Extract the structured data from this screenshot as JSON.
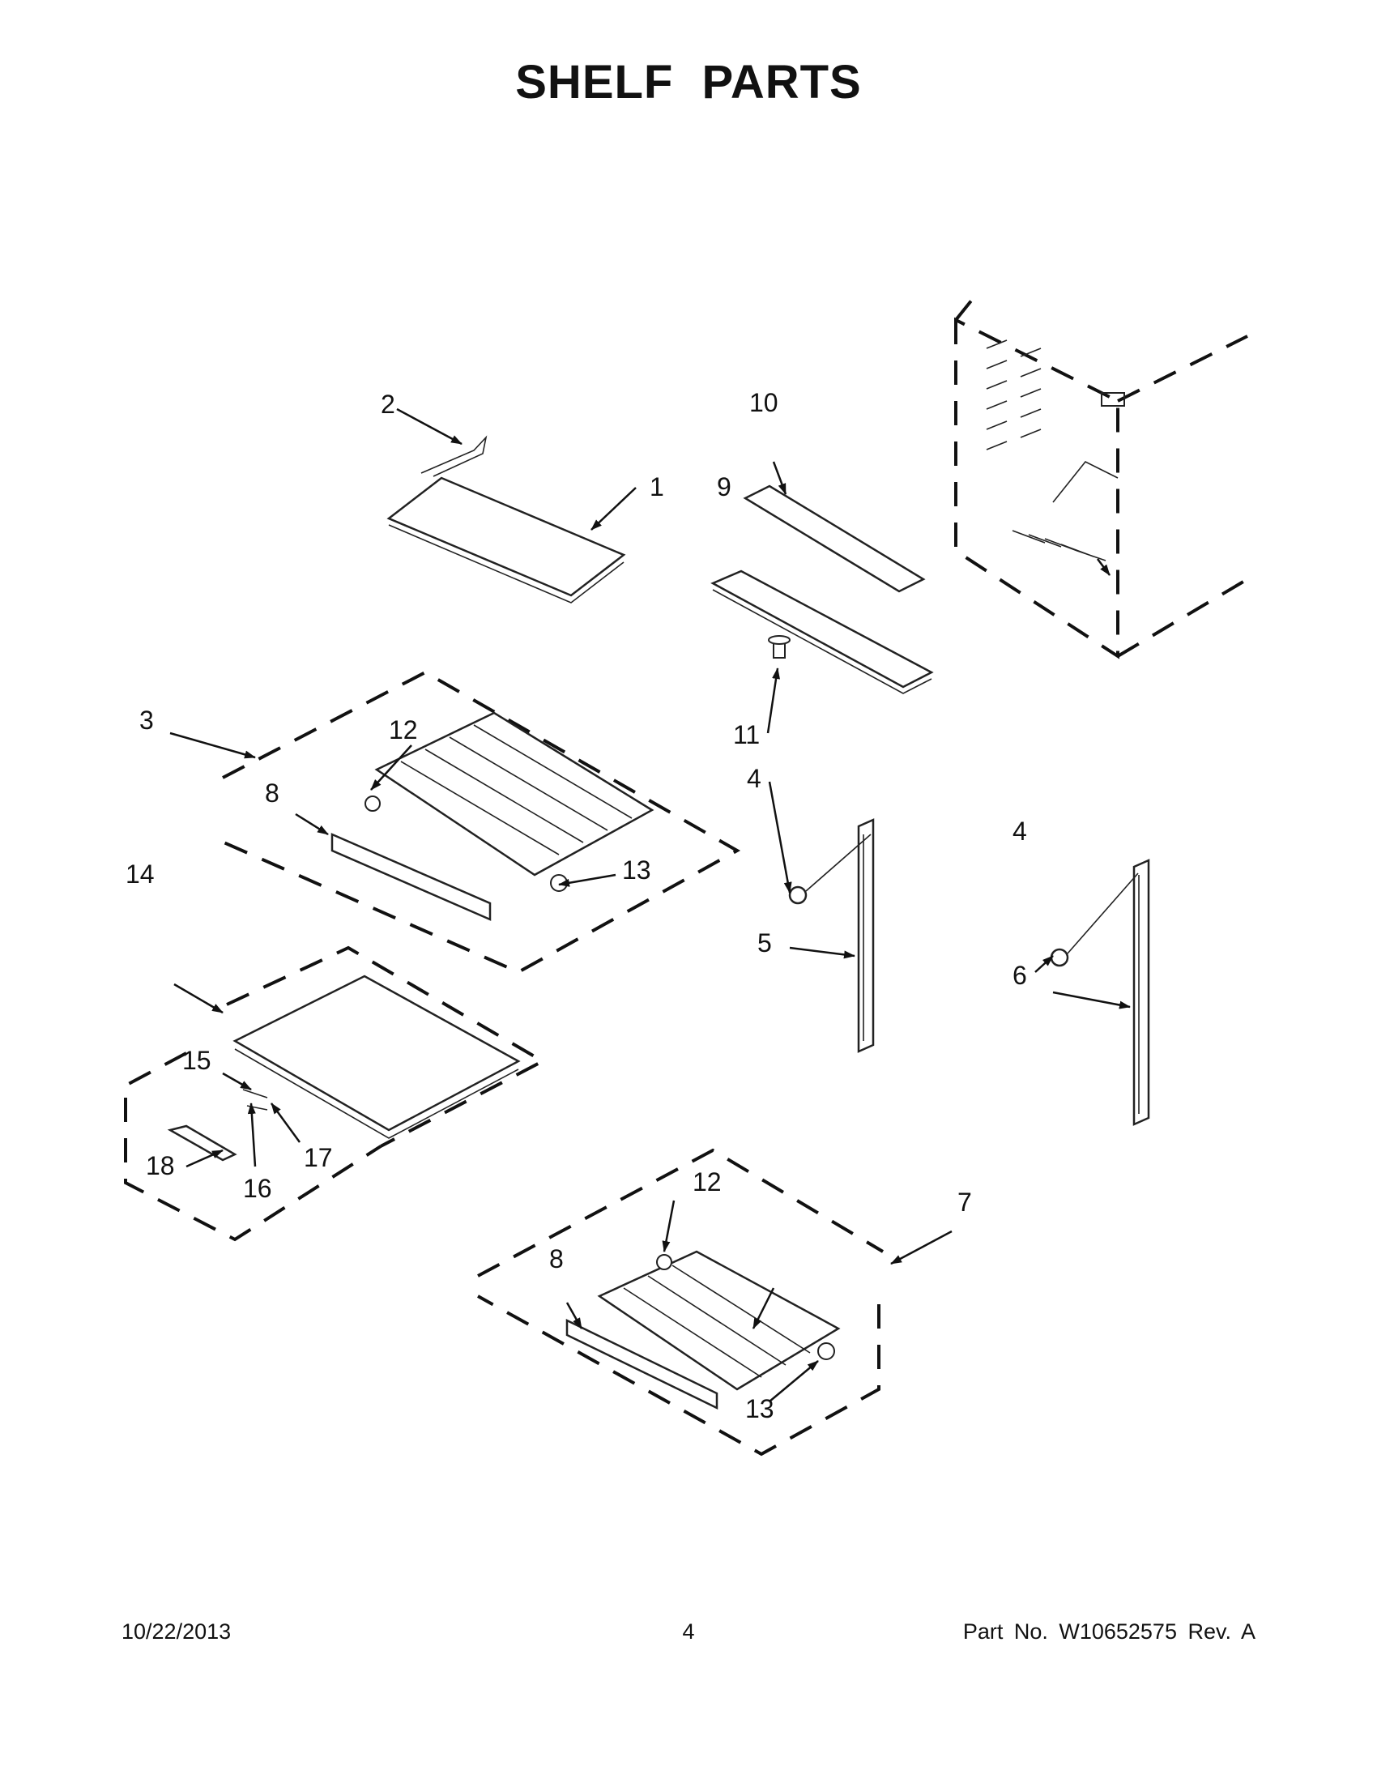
{
  "title": "SHELF PARTS",
  "footer": {
    "date": "10/22/2013",
    "page_number": "4",
    "part_number": "Part No.  W10652575  Rev.  A"
  },
  "callouts": {
    "c1": "1",
    "c2": "2",
    "c3": "3",
    "c4a": "4",
    "c4b": "4",
    "c5": "5",
    "c6": "6",
    "c7": "7",
    "c8a": "8",
    "c8b": "8",
    "c9": "9",
    "c10": "10",
    "c11": "11",
    "c12a": "12",
    "c12b": "12",
    "c13a": "13",
    "c13b": "13",
    "c14": "14",
    "c15": "15",
    "c16": "16",
    "c17": "17",
    "c18": "18"
  }
}
